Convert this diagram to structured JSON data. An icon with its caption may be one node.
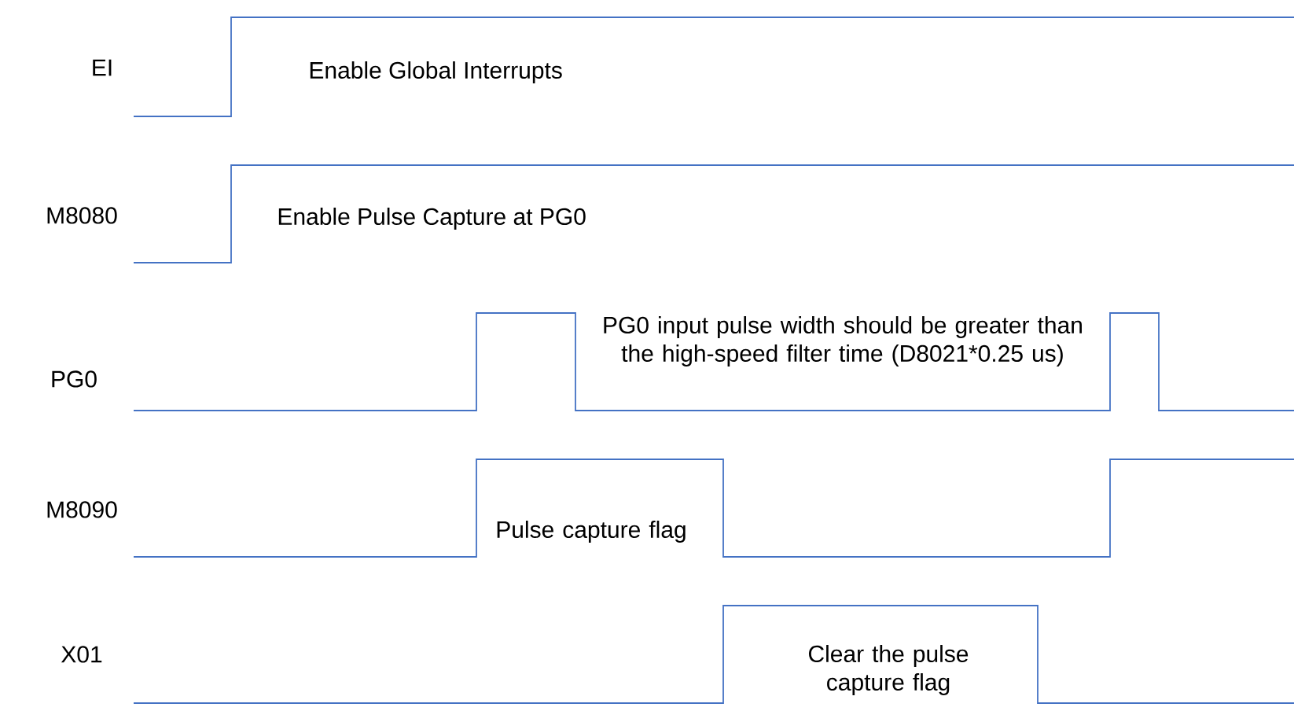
{
  "diagram": {
    "labels": [
      "EI",
      "Enable Global Interrupts",
      "M8080",
      "Enable Pulse Capture at PG0",
      "PG0 input pulse width should be greater than the high-speed filter time (D8021*0.25 us)",
      "PG0",
      "M8090",
      "Pulse capture flag",
      "X01",
      "Clear the pulse capture flag"
    ]
  }
}
